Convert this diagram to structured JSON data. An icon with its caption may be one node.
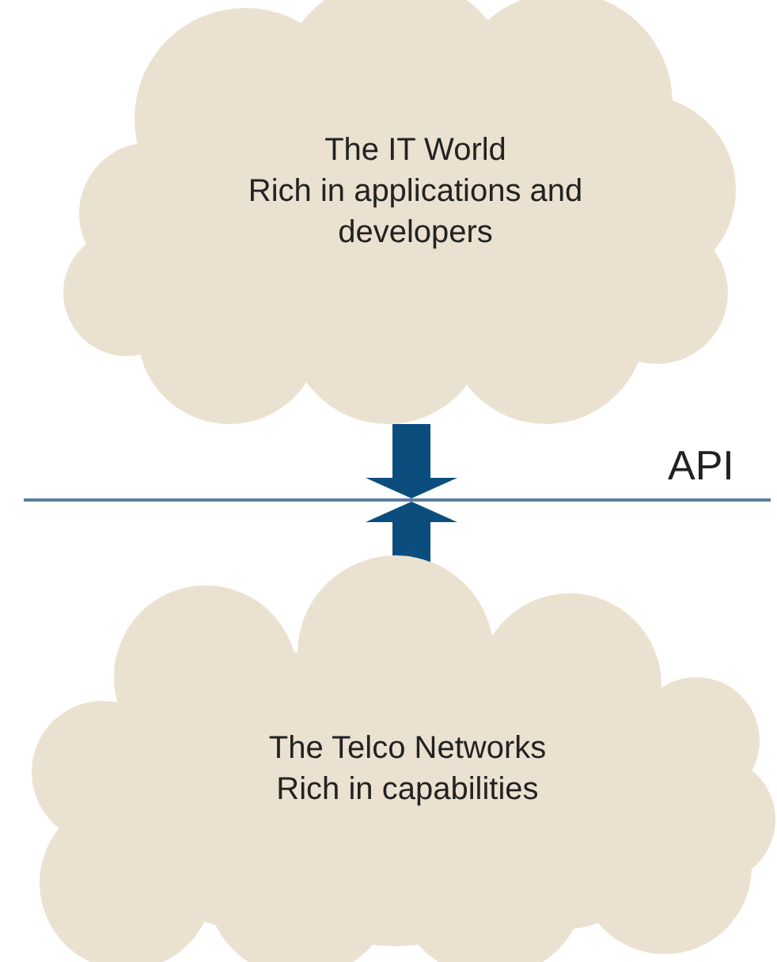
{
  "diagram": {
    "nodes": [
      {
        "text": [
          "The IT World",
          "Rich in applications and developers"
        ]
      },
      {
        "text": [],
        "shape": "bar"
      },
      {
        "text": [
          "The Telco Networks",
          "Rich in capabilities"
        ]
      }
    ],
    "edges": [
      {
        "from": 0,
        "to": 1,
        "arrow": "to"
      },
      {
        "from": 2,
        "to": 1,
        "arrow": "to"
      }
    ],
    "labels": [
      "API"
    ]
  }
}
